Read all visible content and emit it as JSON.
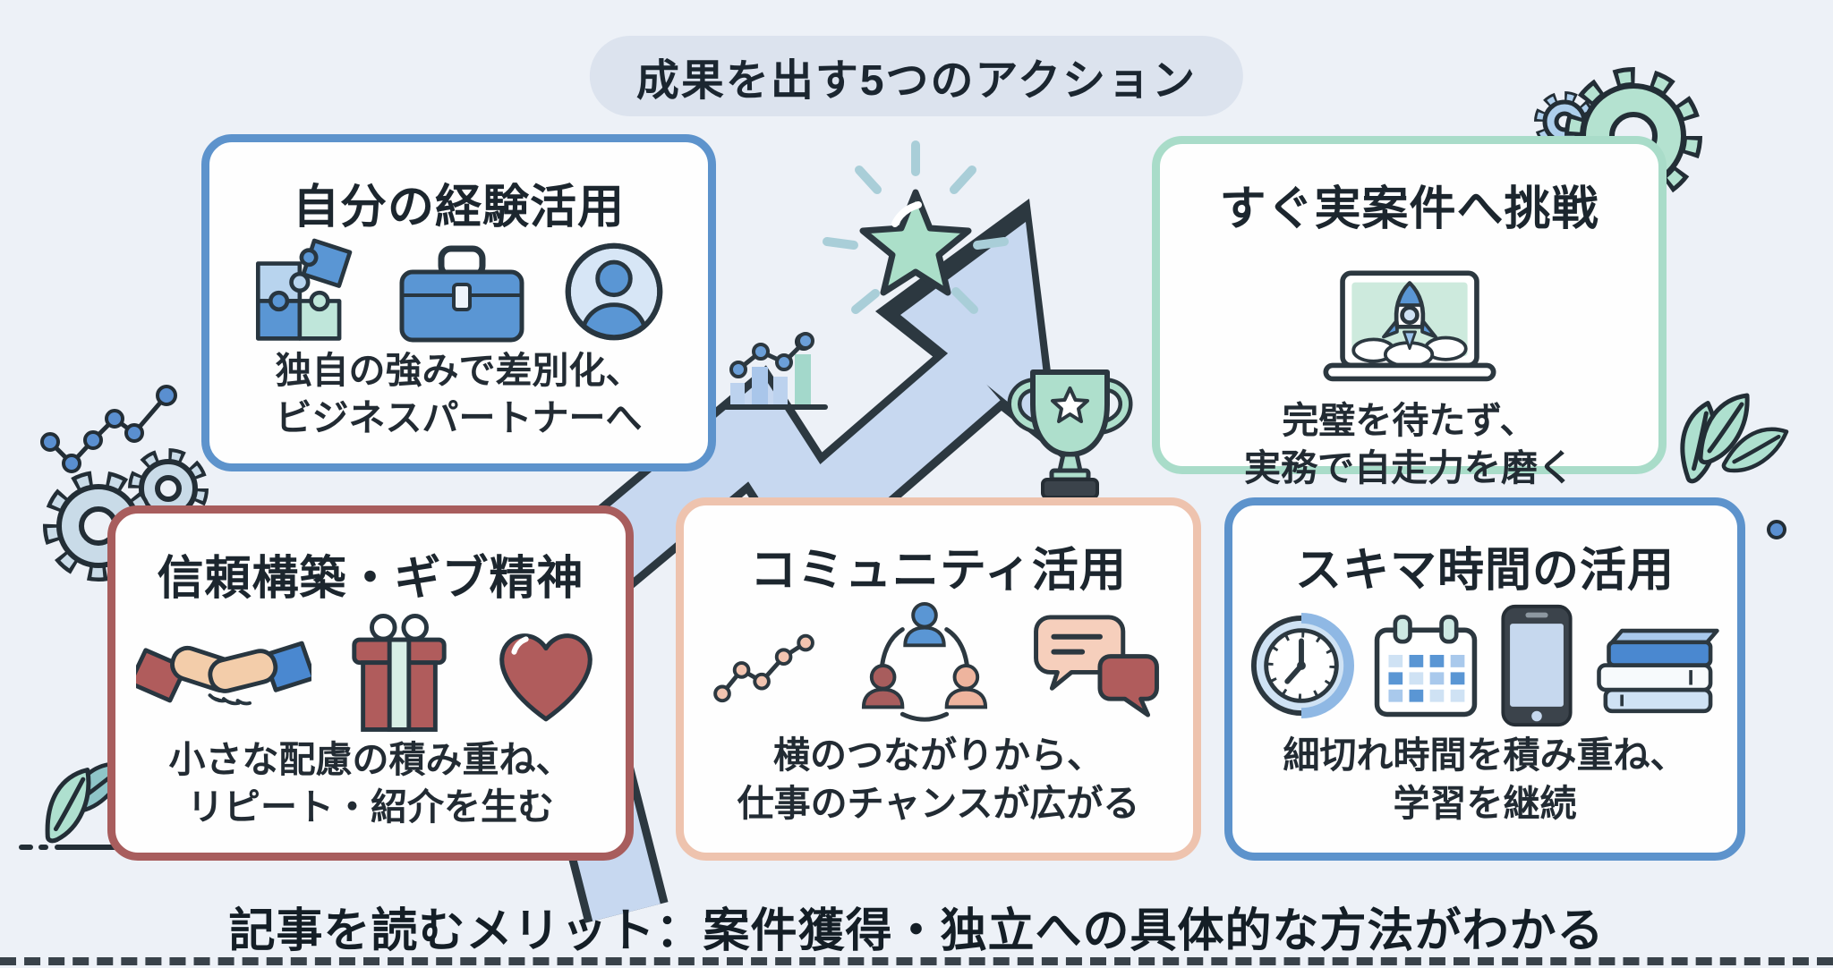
{
  "banner": {
    "label": "成果を出す5つのアクション"
  },
  "cards": [
    {
      "title": "自分の経験活用",
      "body_line1": "独自の強みで差別化、",
      "body_line2": "ビジネスパートナーへ",
      "icons": [
        "puzzle-icon",
        "briefcase-icon",
        "person-icon"
      ],
      "border_color": "#5d93cc"
    },
    {
      "title": "すぐ実案件へ挑戦",
      "body_line1": "完璧を待たず、",
      "body_line2": "実務で自走力を磨く",
      "icons": [
        "laptop-rocket-icon"
      ],
      "border_color": "#a9dcc9"
    },
    {
      "title": "信頼構築・ギブ精神",
      "body_line1": "小さな配慮の積み重ね、",
      "body_line2": "リピート・紹介を生む",
      "icons": [
        "handshake-icon",
        "gift-icon",
        "heart-icon"
      ],
      "border_color": "#a85d5d"
    },
    {
      "title": "コミュニティ活用",
      "body_line1": "横のつながりから、",
      "body_line2": "仕事のチャンスが広がる",
      "icons": [
        "mini-line-chart-icon",
        "people-network-icon",
        "chat-bubbles-icon"
      ],
      "border_color": "#eec3ae"
    },
    {
      "title": "スキマ時間の活用",
      "body_line1": "細切れ時間を積み重ね、",
      "body_line2": "学習を継続",
      "icons": [
        "clock-icon",
        "calendar-icon",
        "smartphone-icon",
        "books-icon"
      ],
      "border_color": "#5d93cc"
    }
  ],
  "footer": {
    "label": "記事を読むメリット：案件獲得・独立への具体的な方法がわかる"
  },
  "decorations": [
    "star-icon",
    "growth-arrow-icon",
    "trophy-icon",
    "bar-chart-icon",
    "gear-icon",
    "leaf-icon",
    "dot-line-chart-icon"
  ],
  "colors": {
    "background": "#edf1f7",
    "card_bg": "#fefefe",
    "banner_bg": "#dce3ee",
    "blue_border": "#5d93cc",
    "mint_border": "#a9dcc9",
    "red_border": "#a85d5d",
    "salmon_border": "#eec3ae",
    "arrow_fill": "#c7d8f0",
    "outline": "#2c3840",
    "star_fill": "#abdfc9",
    "trophy_fill": "#aedfcc",
    "accent_blue": "#5a96d4",
    "accent_red": "#b05c5c",
    "accent_skin": "#f3cdaa",
    "accent_mint": "#cde9e3",
    "ray_color": "#a9ced8",
    "gear_gray": "#c9dbe8",
    "leaf_mint": "#aee0cf",
    "leaf_teal": "#8fc5c8"
  }
}
